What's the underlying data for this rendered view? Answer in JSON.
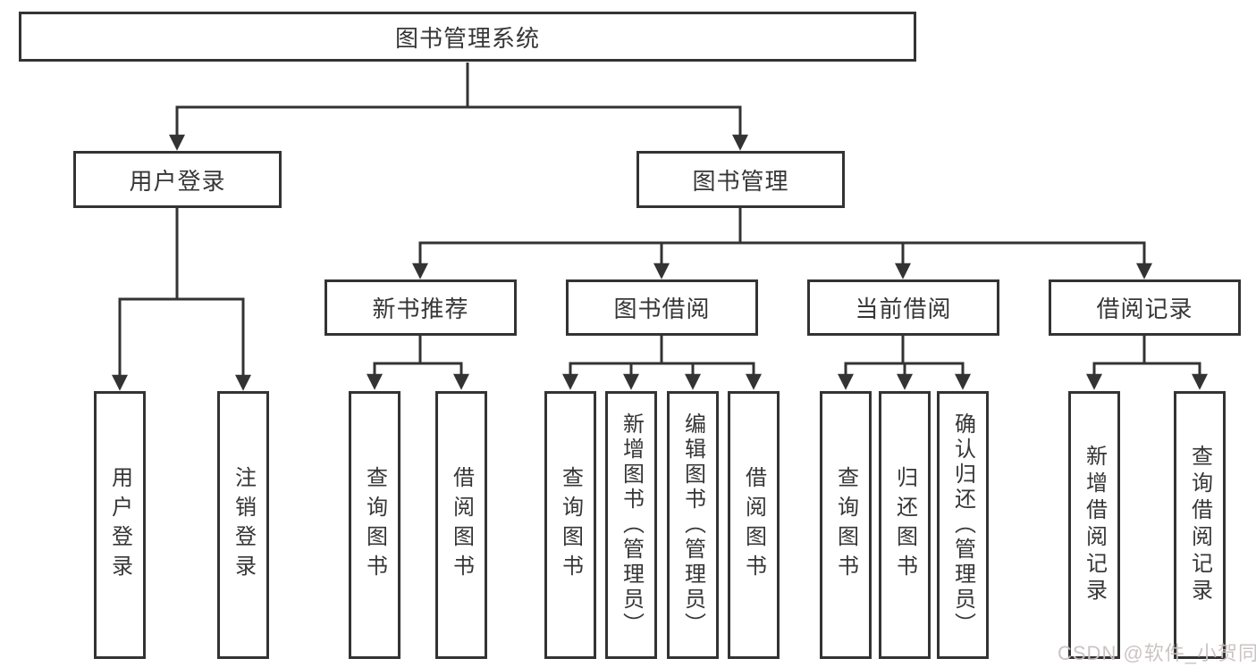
{
  "diagram": {
    "type": "tree",
    "title": "图书管理系统",
    "tree": {
      "图书管理系统": [
        "用户登录",
        "图书管理"
      ],
      "用户登录": [
        "用户登录",
        "注销登录"
      ],
      "图书管理": [
        "新书推荐",
        "图书借阅",
        "当前借阅",
        "借阅记录"
      ],
      "新书推荐": [
        "查询图书",
        "借阅图书"
      ],
      "图书借阅": [
        "查询图书",
        "新增图书（管理员）",
        "编辑图书（管理员）",
        "借阅图书"
      ],
      "当前借阅": [
        "查询图书",
        "归还图书",
        "确认归还（管理员）"
      ],
      "借阅记录": [
        "新增借阅记录",
        "查询借阅记录"
      ]
    }
  },
  "nodes": {
    "root": {
      "label": "图书管理系统"
    },
    "userLogin": {
      "label": "用户登录"
    },
    "bookMgmt": {
      "label": "图书管理"
    },
    "newBookRec": {
      "label": "新书推荐"
    },
    "bookBorrow": {
      "label": "图书借阅"
    },
    "currentBorrow": {
      "label": "当前借阅"
    },
    "borrowRecord": {
      "label": "借阅记录"
    },
    "leafUserLogin": {
      "label": "用户登录"
    },
    "leafLogout": {
      "label": "注销登录"
    },
    "leafNbrQuery": {
      "label": "查询图书"
    },
    "leafNbrBorrow": {
      "label": "借阅图书"
    },
    "leafBbQuery": {
      "label": "查询图书"
    },
    "leafBbAdd": {
      "label": "新增图书（管理员）"
    },
    "leafBbEdit": {
      "label": "编辑图书（管理员）"
    },
    "leafBbBorrow": {
      "label": "借阅图书"
    },
    "leafCbQuery": {
      "label": "查询图书"
    },
    "leafCbReturn": {
      "label": "归还图书"
    },
    "leafCbConfirm": {
      "label": "确认归还（管理员）"
    },
    "leafBrAdd": {
      "label": "新增借阅记录"
    },
    "leafBrQuery": {
      "label": "查询借阅记录"
    }
  },
  "watermark": {
    "text": "CSDN @软件_小贺同学"
  },
  "colors": {
    "line": "#333333",
    "text": "#363636",
    "background": "#ffffff",
    "watermark": "#cbc0c0"
  }
}
